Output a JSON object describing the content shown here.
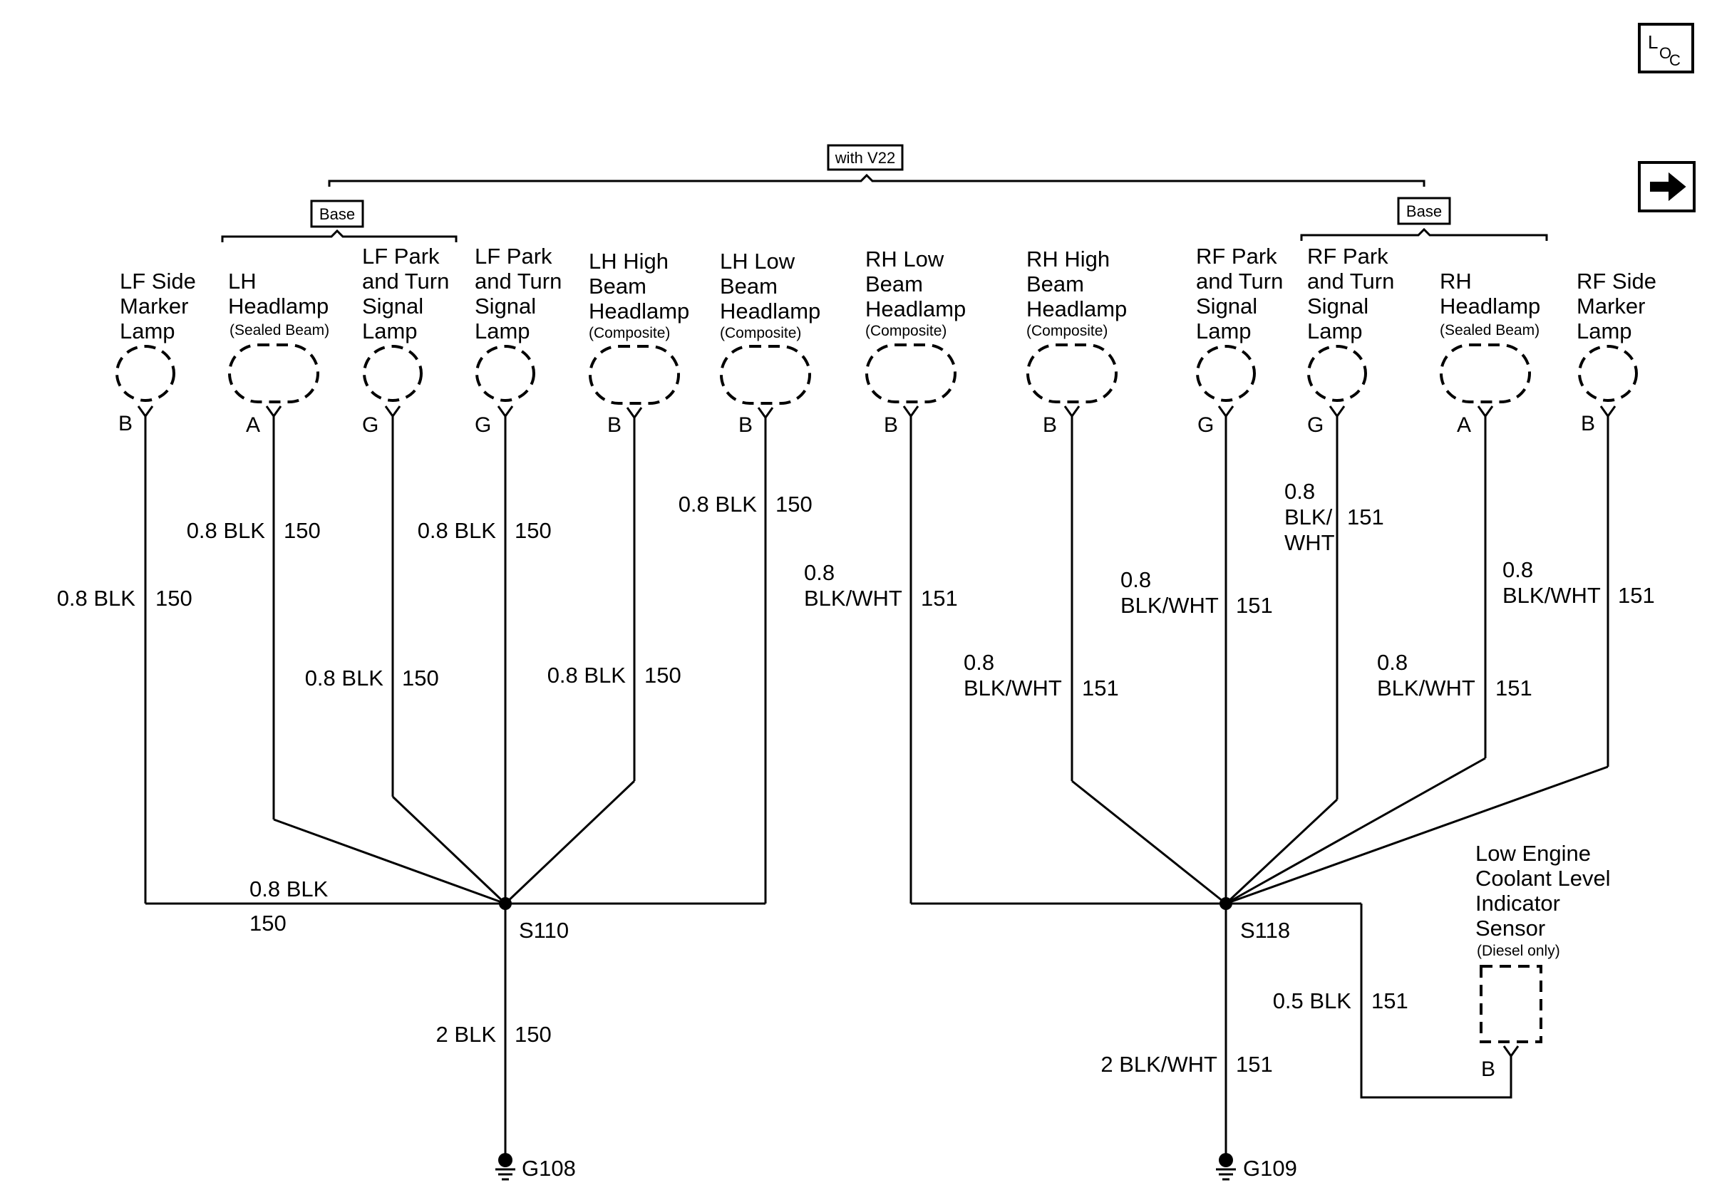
{
  "tags": {
    "option": "with V22",
    "base_left": "Base",
    "base_right": "Base",
    "loc_main": "L",
    "loc_sub1": "O",
    "loc_sub2": "C"
  },
  "components": {
    "lf_side": {
      "lines": [
        "LF Side",
        "Marker",
        "Lamp"
      ],
      "pin": "B"
    },
    "lh_head": {
      "lines": [
        "LH",
        "Headlamp"
      ],
      "sub": "(Sealed Beam)",
      "pin": "A"
    },
    "lf_park1": {
      "lines": [
        "LF Park",
        "and Turn",
        "Signal",
        "Lamp"
      ],
      "pin": "G"
    },
    "lf_park2": {
      "lines": [
        "LF Park",
        "and Turn",
        "Signal",
        "Lamp"
      ],
      "pin": "G"
    },
    "lh_high": {
      "lines": [
        "LH High",
        "Beam",
        "Headlamp"
      ],
      "sub": "(Composite)",
      "pin": "B"
    },
    "lh_low": {
      "lines": [
        "LH Low",
        "Beam",
        "Headlamp"
      ],
      "sub": "(Composite)",
      "pin": "B"
    },
    "rh_low": {
      "lines": [
        "RH Low",
        "Beam",
        "Headlamp"
      ],
      "sub": "(Composite)",
      "pin": "B"
    },
    "rh_high": {
      "lines": [
        "RH High",
        "Beam",
        "Headlamp"
      ],
      "sub": "(Composite)",
      "pin": "B"
    },
    "rf_park1": {
      "lines": [
        "RF Park",
        "and Turn",
        "Signal",
        "Lamp"
      ],
      "pin": "G"
    },
    "rf_park2": {
      "lines": [
        "RF Park",
        "and Turn",
        "Signal",
        "Lamp"
      ],
      "pin": "G"
    },
    "rh_head": {
      "lines": [
        "RH",
        "Headlamp"
      ],
      "sub": "(Sealed Beam)",
      "pin": "A"
    },
    "rf_side": {
      "lines": [
        "RF Side",
        "Marker",
        "Lamp"
      ],
      "pin": "B"
    },
    "coolant": {
      "lines": [
        "Low Engine",
        "Coolant Level",
        "Indicator",
        "Sensor"
      ],
      "sub": "(Diesel only)",
      "pin": "B"
    }
  },
  "wires": {
    "lf_side": {
      "size": "0.8 BLK",
      "circuit": "150"
    },
    "lh_head": {
      "size": "0.8 BLK",
      "circuit": "150"
    },
    "lf_park1": {
      "size": "0.8 BLK",
      "circuit": "150"
    },
    "lf_park2": {
      "size": "0.8 BLK",
      "circuit": "150"
    },
    "lh_high": {
      "size": "0.8 BLK",
      "circuit": "150"
    },
    "lh_low": {
      "size": "0.8 BLK",
      "circuit": "150"
    },
    "left_bus": {
      "size": "0.8 BLK",
      "circuit": "150"
    },
    "left_ground": {
      "size": "2 BLK",
      "circuit": "150"
    },
    "rh_low": {
      "size_lines": [
        "0.8",
        "BLK/WHT"
      ],
      "circuit": "151"
    },
    "rh_high": {
      "size_lines": [
        "0.8",
        "BLK/WHT"
      ],
      "circuit": "151"
    },
    "rf_park1": {
      "size_lines": [
        "0.8",
        "BLK/WHT"
      ],
      "circuit": "151"
    },
    "rf_park2": {
      "size_lines": [
        "0.8",
        "BLK/",
        "WHT"
      ],
      "circuit": "151"
    },
    "rh_head": {
      "size_lines": [
        "0.8",
        "BLK/WHT"
      ],
      "circuit": "151"
    },
    "rf_side": {
      "size_lines": [
        "0.8",
        "BLK/WHT"
      ],
      "circuit": "151"
    },
    "coolant": {
      "size": "0.5 BLK",
      "circuit": "151"
    },
    "right_ground": {
      "size": "2 BLK/WHT",
      "circuit": "151"
    }
  },
  "splices": {
    "left": "S110",
    "right": "S118"
  },
  "grounds": {
    "left": "G108",
    "right": "G109"
  },
  "icons": {
    "location": "location-icon",
    "next_page": "arrow-right-icon"
  }
}
